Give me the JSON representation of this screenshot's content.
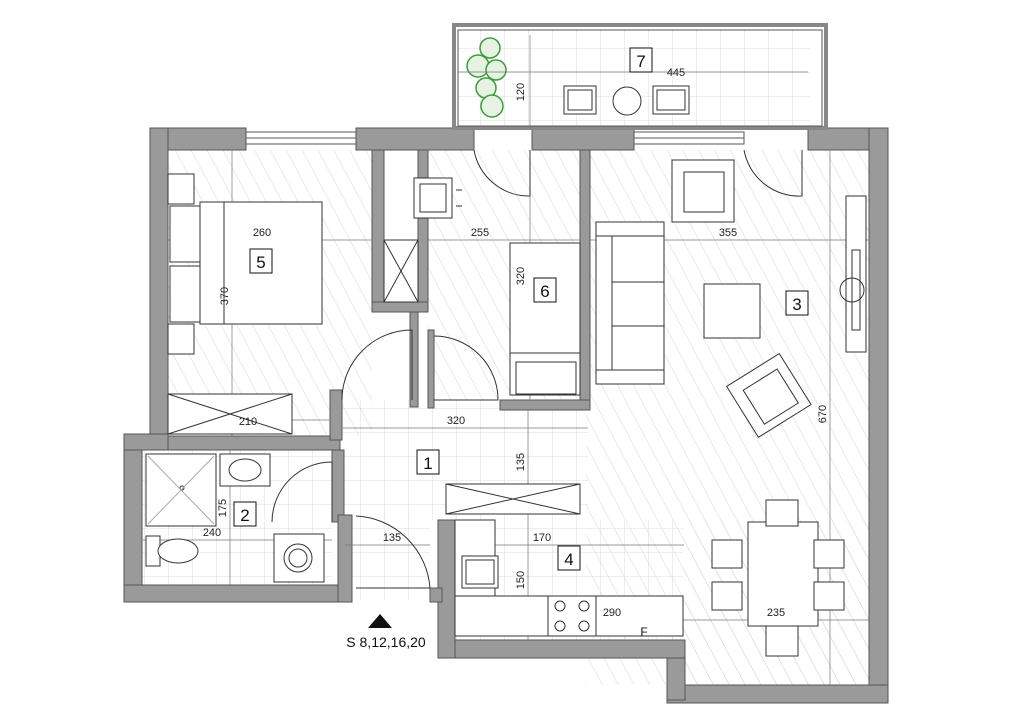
{
  "plan": {
    "rooms": [
      {
        "number": "1"
      },
      {
        "number": "2"
      },
      {
        "number": "3"
      },
      {
        "number": "4"
      },
      {
        "number": "5"
      },
      {
        "number": "6"
      },
      {
        "number": "7"
      }
    ],
    "dimensions": {
      "room5_width": "260",
      "room5_height": "370",
      "room5_bottom": "210",
      "room6_width": "255",
      "room6_height": "320",
      "room3_width": "355",
      "room3_height": "670",
      "hall_width": "320",
      "hall_height": "135",
      "bath_width": "240",
      "bath_height": "175",
      "entry_width": "135",
      "kitchen_width": "170",
      "kitchen_height": "150",
      "kitchen_length": "290",
      "dining_width": "235",
      "balcony_width": "445",
      "balcony_depth": "120"
    },
    "kitchen_label": "F",
    "staircase_label": "S 8,12,16,20",
    "colors": {
      "wall": "#9a9a9a",
      "wall_outline": "#555555",
      "floor_hatch": "#d9d9d9",
      "tile_grid": "#cfcfcf",
      "furniture": "#333333",
      "plant": "#3f9a3a"
    }
  }
}
